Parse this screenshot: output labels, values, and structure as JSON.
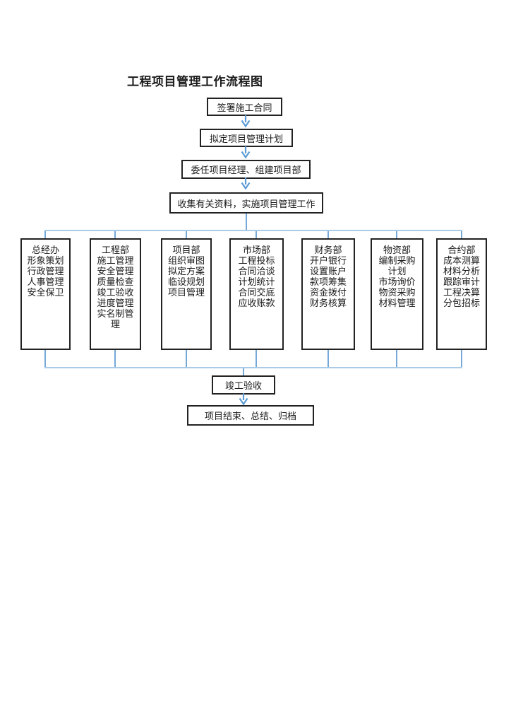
{
  "title": "工程项目管理工作流程图",
  "flow_top": [
    {
      "label": "签署施工合同"
    },
    {
      "label": "拟定项目管理计划"
    },
    {
      "label": "委任项目经理、组建项目部"
    },
    {
      "label": "收集有关资料，实施项目管理工作"
    }
  ],
  "departments": [
    {
      "name": "总经办",
      "items": [
        "形象策划",
        "行政管理",
        "人事管理",
        "安全保卫"
      ]
    },
    {
      "name": "工程部",
      "items": [
        "施工管理",
        "安全管理",
        "质量检查",
        "竣工验收",
        "进度管理",
        "实名制管理"
      ]
    },
    {
      "name": "项目部",
      "items": [
        "组织审图",
        "拟定方案",
        "临设规划",
        "项目管理"
      ]
    },
    {
      "name": "市场部",
      "items": [
        "工程投标",
        "合同洽谈",
        "计划统计",
        "合同交底",
        "应收账款"
      ]
    },
    {
      "name": "财务部",
      "items": [
        "开户银行",
        "设置账户",
        "款项筹集",
        "资金拨付",
        "财务核算"
      ]
    },
    {
      "name": "物资部",
      "items": [
        "编制采购计划",
        "市场询价",
        "物资采购",
        "材料管理"
      ]
    },
    {
      "name": "合约部",
      "items": [
        "成本测算",
        "材料分析",
        "跟踪审计",
        "工程决算",
        "分包招标"
      ]
    }
  ],
  "flow_bottom": [
    {
      "label": "竣工验收"
    },
    {
      "label": "项目结束、总结、归档"
    }
  ],
  "colors": {
    "background": "#ffffff",
    "text": "#1a1a1a",
    "box_border": "#222222",
    "arrow_blue": "#5b9bd5",
    "connector_vertical": "#74a9d8",
    "connector_horizontal": "#a9cbe8"
  }
}
